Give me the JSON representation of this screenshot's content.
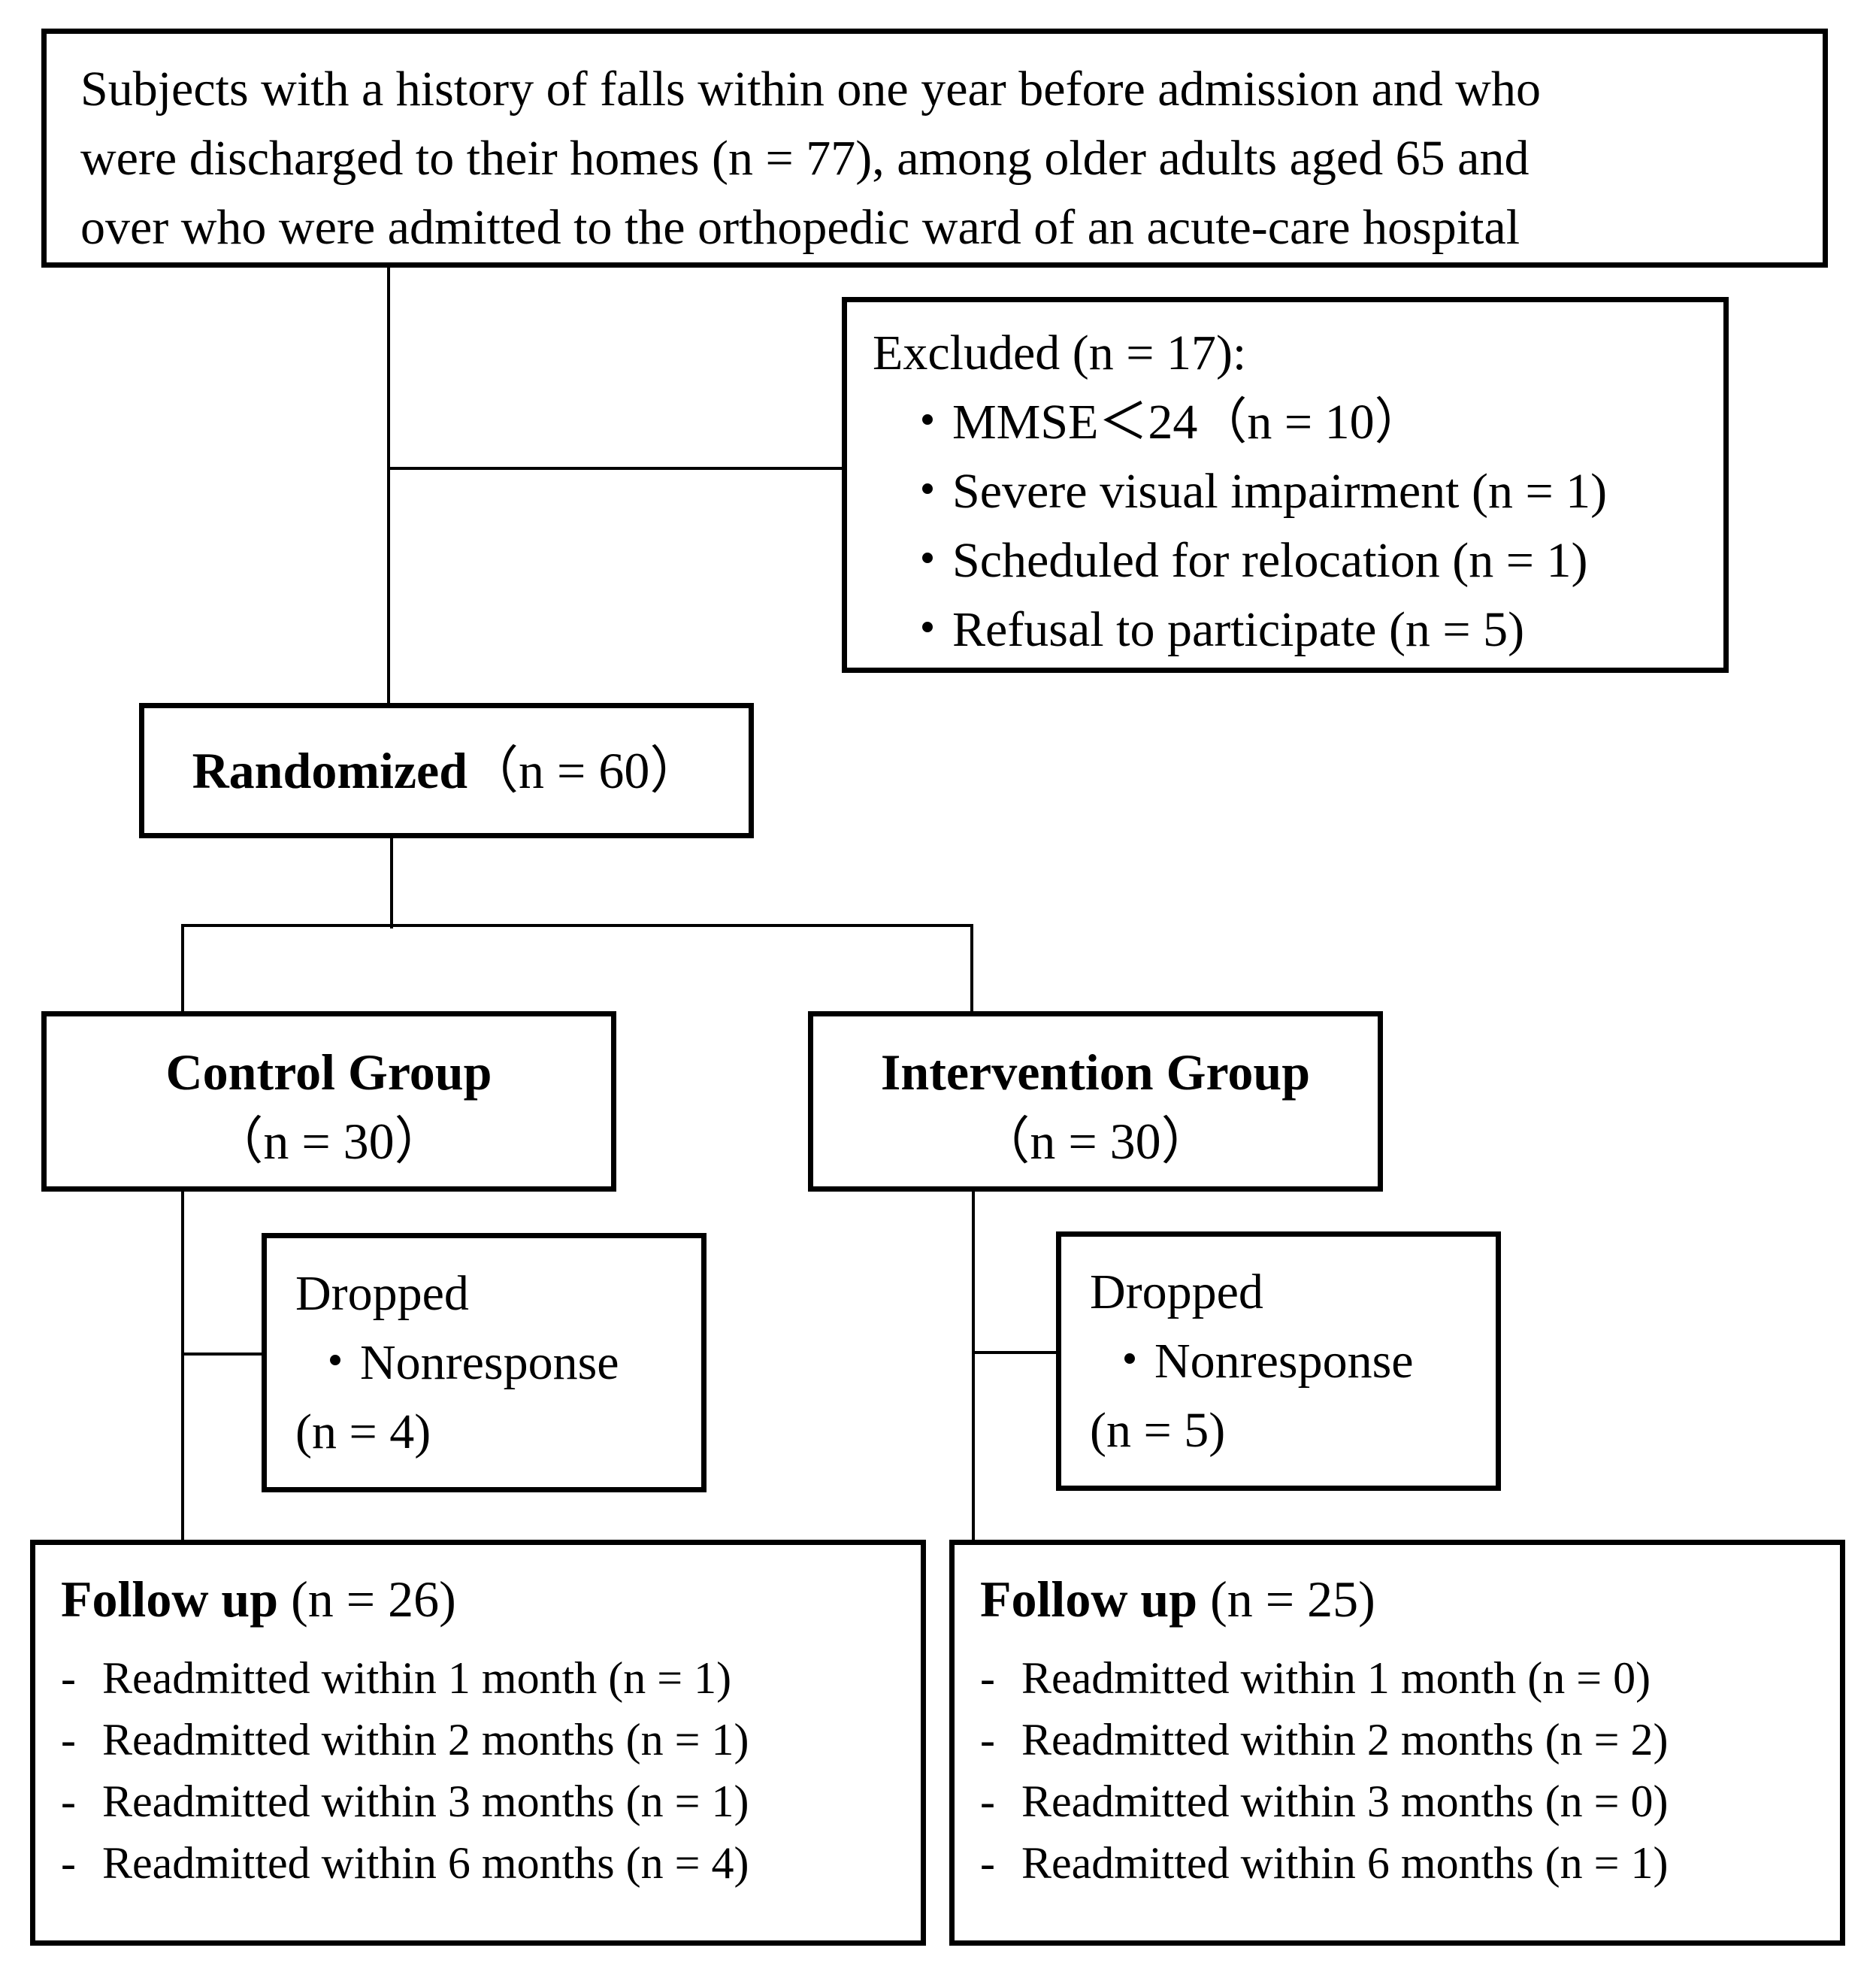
{
  "enrollment": {
    "lines": [
      "Subjects with a history of falls within one year before admission and who",
      "were discharged to their homes (n = 77), among older adults aged 65 and",
      "over who were admitted to the orthopedic ward of an acute-care hospital"
    ]
  },
  "excluded": {
    "title": "Excluded (n = 17):",
    "items": [
      "・MMSE＜24（n = 10）",
      "・Severe visual impairment (n = 1)",
      "・Scheduled for relocation (n = 1)",
      "・Refusal to participate (n = 5)"
    ]
  },
  "randomized": {
    "label": "Randomized",
    "count": "（n = 60）"
  },
  "control": {
    "label": "Control Group",
    "count": "（n = 30）",
    "dropped": {
      "title": "Dropped",
      "reason": "・Nonresponse",
      "count": "(n = 4)"
    },
    "followup": {
      "label": "Follow up",
      "count": "(n = 26)",
      "items": [
        "Readmitted within 1 month (n = 1)",
        "Readmitted within 2 months (n = 1)",
        "Readmitted within 3 months (n = 1)",
        "Readmitted within 6 months (n = 4)"
      ]
    }
  },
  "intervention": {
    "label": "Intervention Group",
    "count": "（n = 30）",
    "dropped": {
      "title": "Dropped",
      "reason": "・Nonresponse",
      "count": "(n = 5)"
    },
    "followup": {
      "label": "Follow up",
      "count": "(n = 25)",
      "items": [
        "Readmitted within 1 month (n = 0)",
        "Readmitted within 2 months (n = 2)",
        "Readmitted within 3 months (n = 0)",
        "Readmitted within 6 months (n = 1)"
      ]
    }
  },
  "list_marker": "-"
}
